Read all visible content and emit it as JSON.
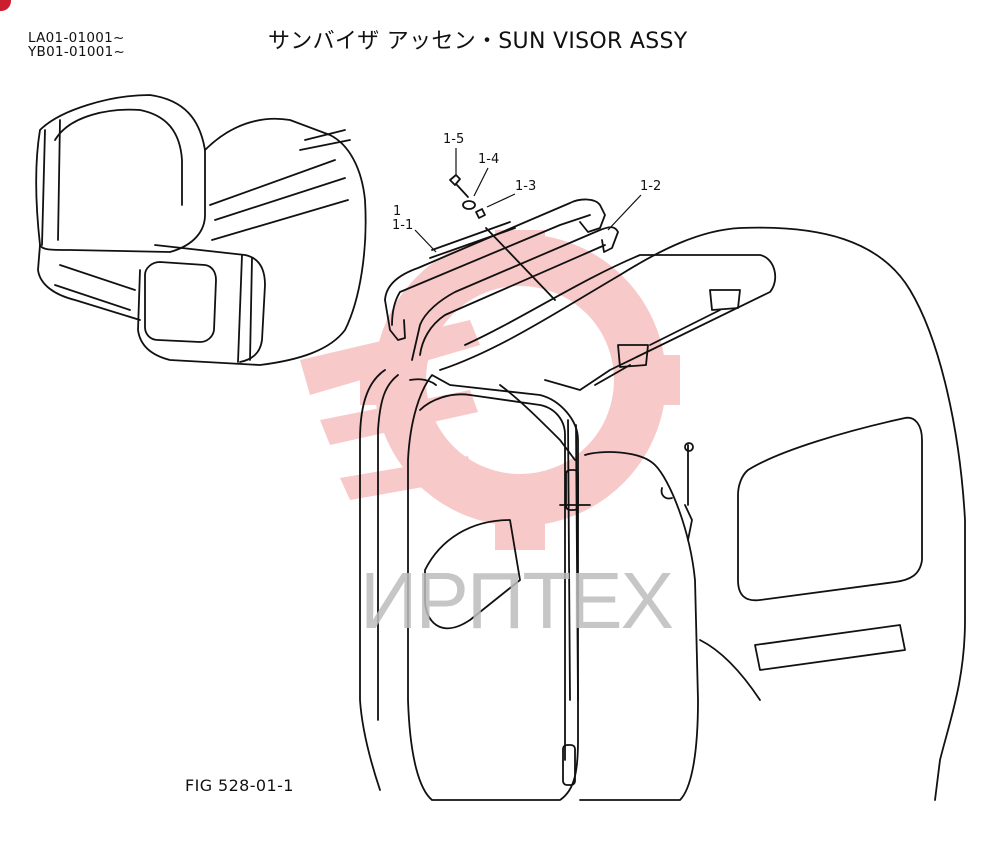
{
  "header": {
    "serial_lines": [
      "LA01-01001~",
      "YB01-01001~"
    ],
    "title": "サンバイザ アッセン・SUN VISOR ASSY"
  },
  "callouts": [
    "1-5",
    "1-4",
    "1-3",
    "1",
    "1-1",
    "1-2"
  ],
  "figure_label": "FIG 528-01-1",
  "watermark": {
    "text": "ИРПТЕХ",
    "color": "#f4a3a3"
  },
  "badge_color": "#cc1f2d"
}
